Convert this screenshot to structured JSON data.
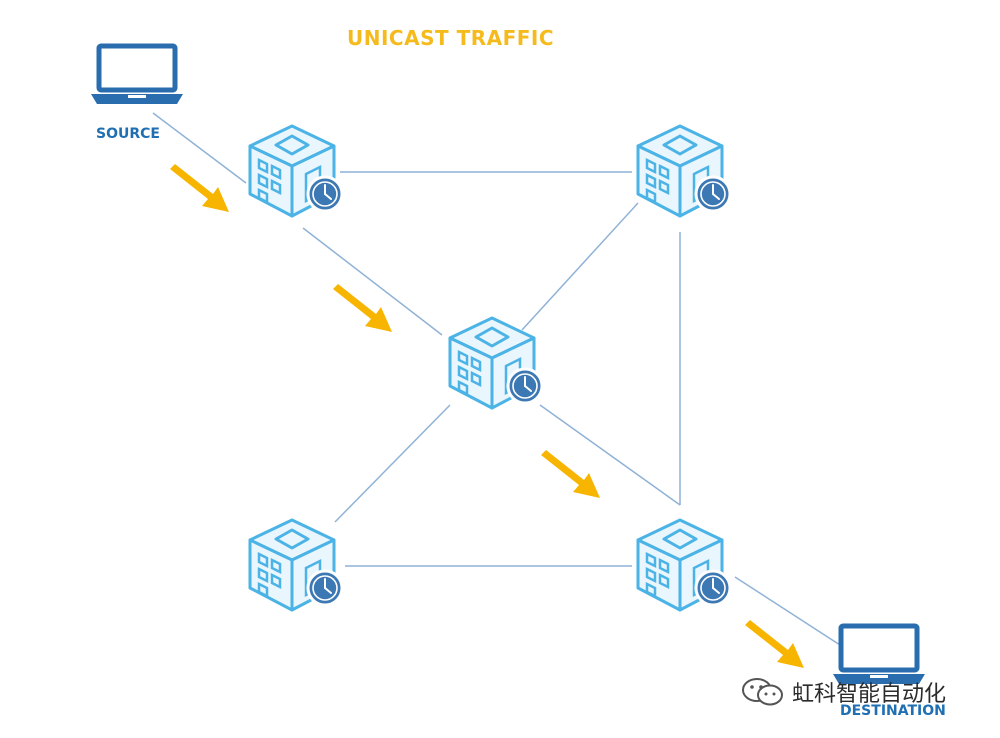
{
  "diagram": {
    "title": "UNICAST TRAFFIC",
    "source_label": "SOURCE",
    "destination_label": "DESTINATION",
    "watermark_text": "虹科智能自动化",
    "colors": {
      "title": "#F5BB1D",
      "label": "#1F6FB2",
      "arrow": "#F7B500",
      "link": "#8FB2D6",
      "cube_fill": "#EAF6FD",
      "cube_stroke": "#4BB3E6",
      "clock_fill": "#3C78B3",
      "laptop": "#2A6DAE"
    },
    "icons": [
      "laptop-icon",
      "switch-cube-icon",
      "clock-icon",
      "direction-arrow-icon",
      "wechat-icon"
    ]
  }
}
